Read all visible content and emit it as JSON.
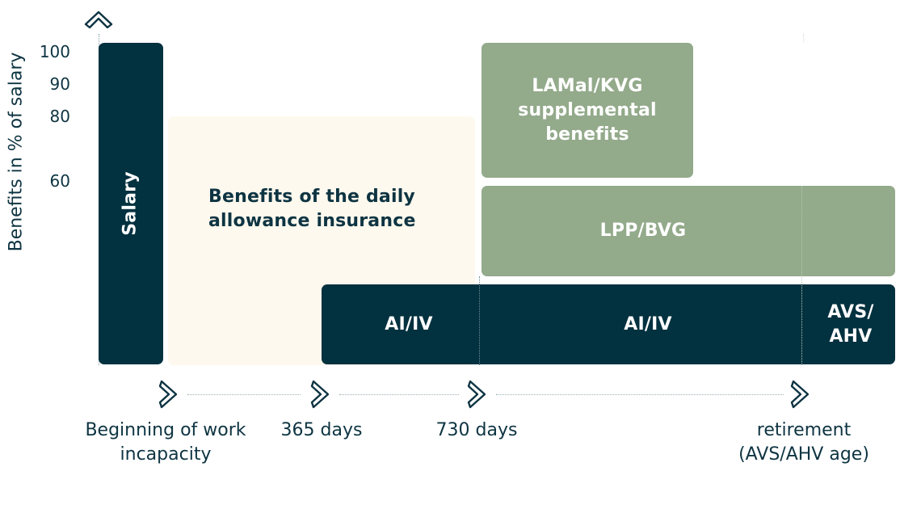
{
  "yaxis": {
    "label": "Benefits in % of salary",
    "ticks": [
      "100",
      "90",
      "80",
      "60"
    ]
  },
  "blocks": {
    "salary": "Salary",
    "daily_allowance": "Benefits of the daily allowance insurance",
    "lamal": "LAMal/KVG supplemental benefits",
    "lpp": "LPP/BVG",
    "ai_iv_1": "AI/IV",
    "ai_iv_2": "AI/IV",
    "avs": "AVS/ AHV"
  },
  "timeline": {
    "beginning": "Beginning of work incapacity",
    "days_365": "365 days",
    "days_730": "730 days",
    "retirement": "retirement (AVS/AHV age)"
  },
  "colors": {
    "dark": "#02313f",
    "green": "#93aa8b",
    "cream": "#fdf9ee"
  },
  "icons": {
    "y_arrow": "chevron-up-icon",
    "timeline_markers": "chevron-right-icon"
  }
}
